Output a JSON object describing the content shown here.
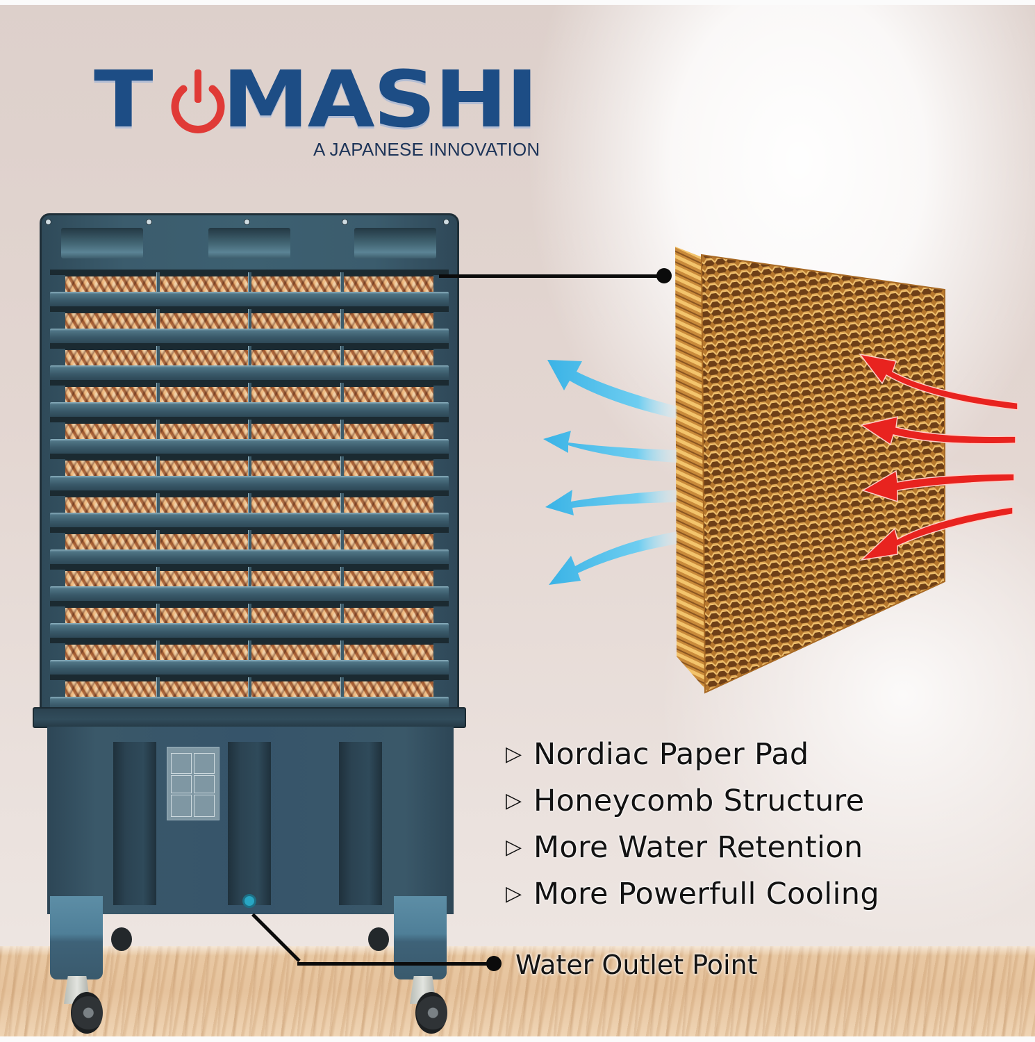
{
  "brand": {
    "name_prefix": "T",
    "name_suffix": "MASHI",
    "logo_letter_o": "power-icon",
    "tagline": "A JAPANESE INNOVATION",
    "colors": {
      "brand_blue": "#1d4d85",
      "power_red": "#e03a36"
    }
  },
  "product": {
    "type": "air-cooler",
    "body_color": "#3a5869",
    "pad_rows": 12,
    "pad_columns": 4
  },
  "cooling_pad": {
    "label": "honeycomb-cooling-pad",
    "color": "#c98a3a",
    "airflow": {
      "hot_air_color": "#e8231f",
      "cool_air_color": "#4fc0e8",
      "hot_arrows": 4,
      "cool_arrows": 4
    }
  },
  "features": [
    {
      "bullet": "▷",
      "text": "Nordiac Paper Pad"
    },
    {
      "bullet": "▷",
      "text": "Honeycomb Structure"
    },
    {
      "bullet": "▷",
      "text": "More Water Retention"
    },
    {
      "bullet": "▷",
      "text": "More Powerfull Cooling"
    }
  ],
  "callouts": {
    "water_outlet": "Water Outlet Point"
  }
}
